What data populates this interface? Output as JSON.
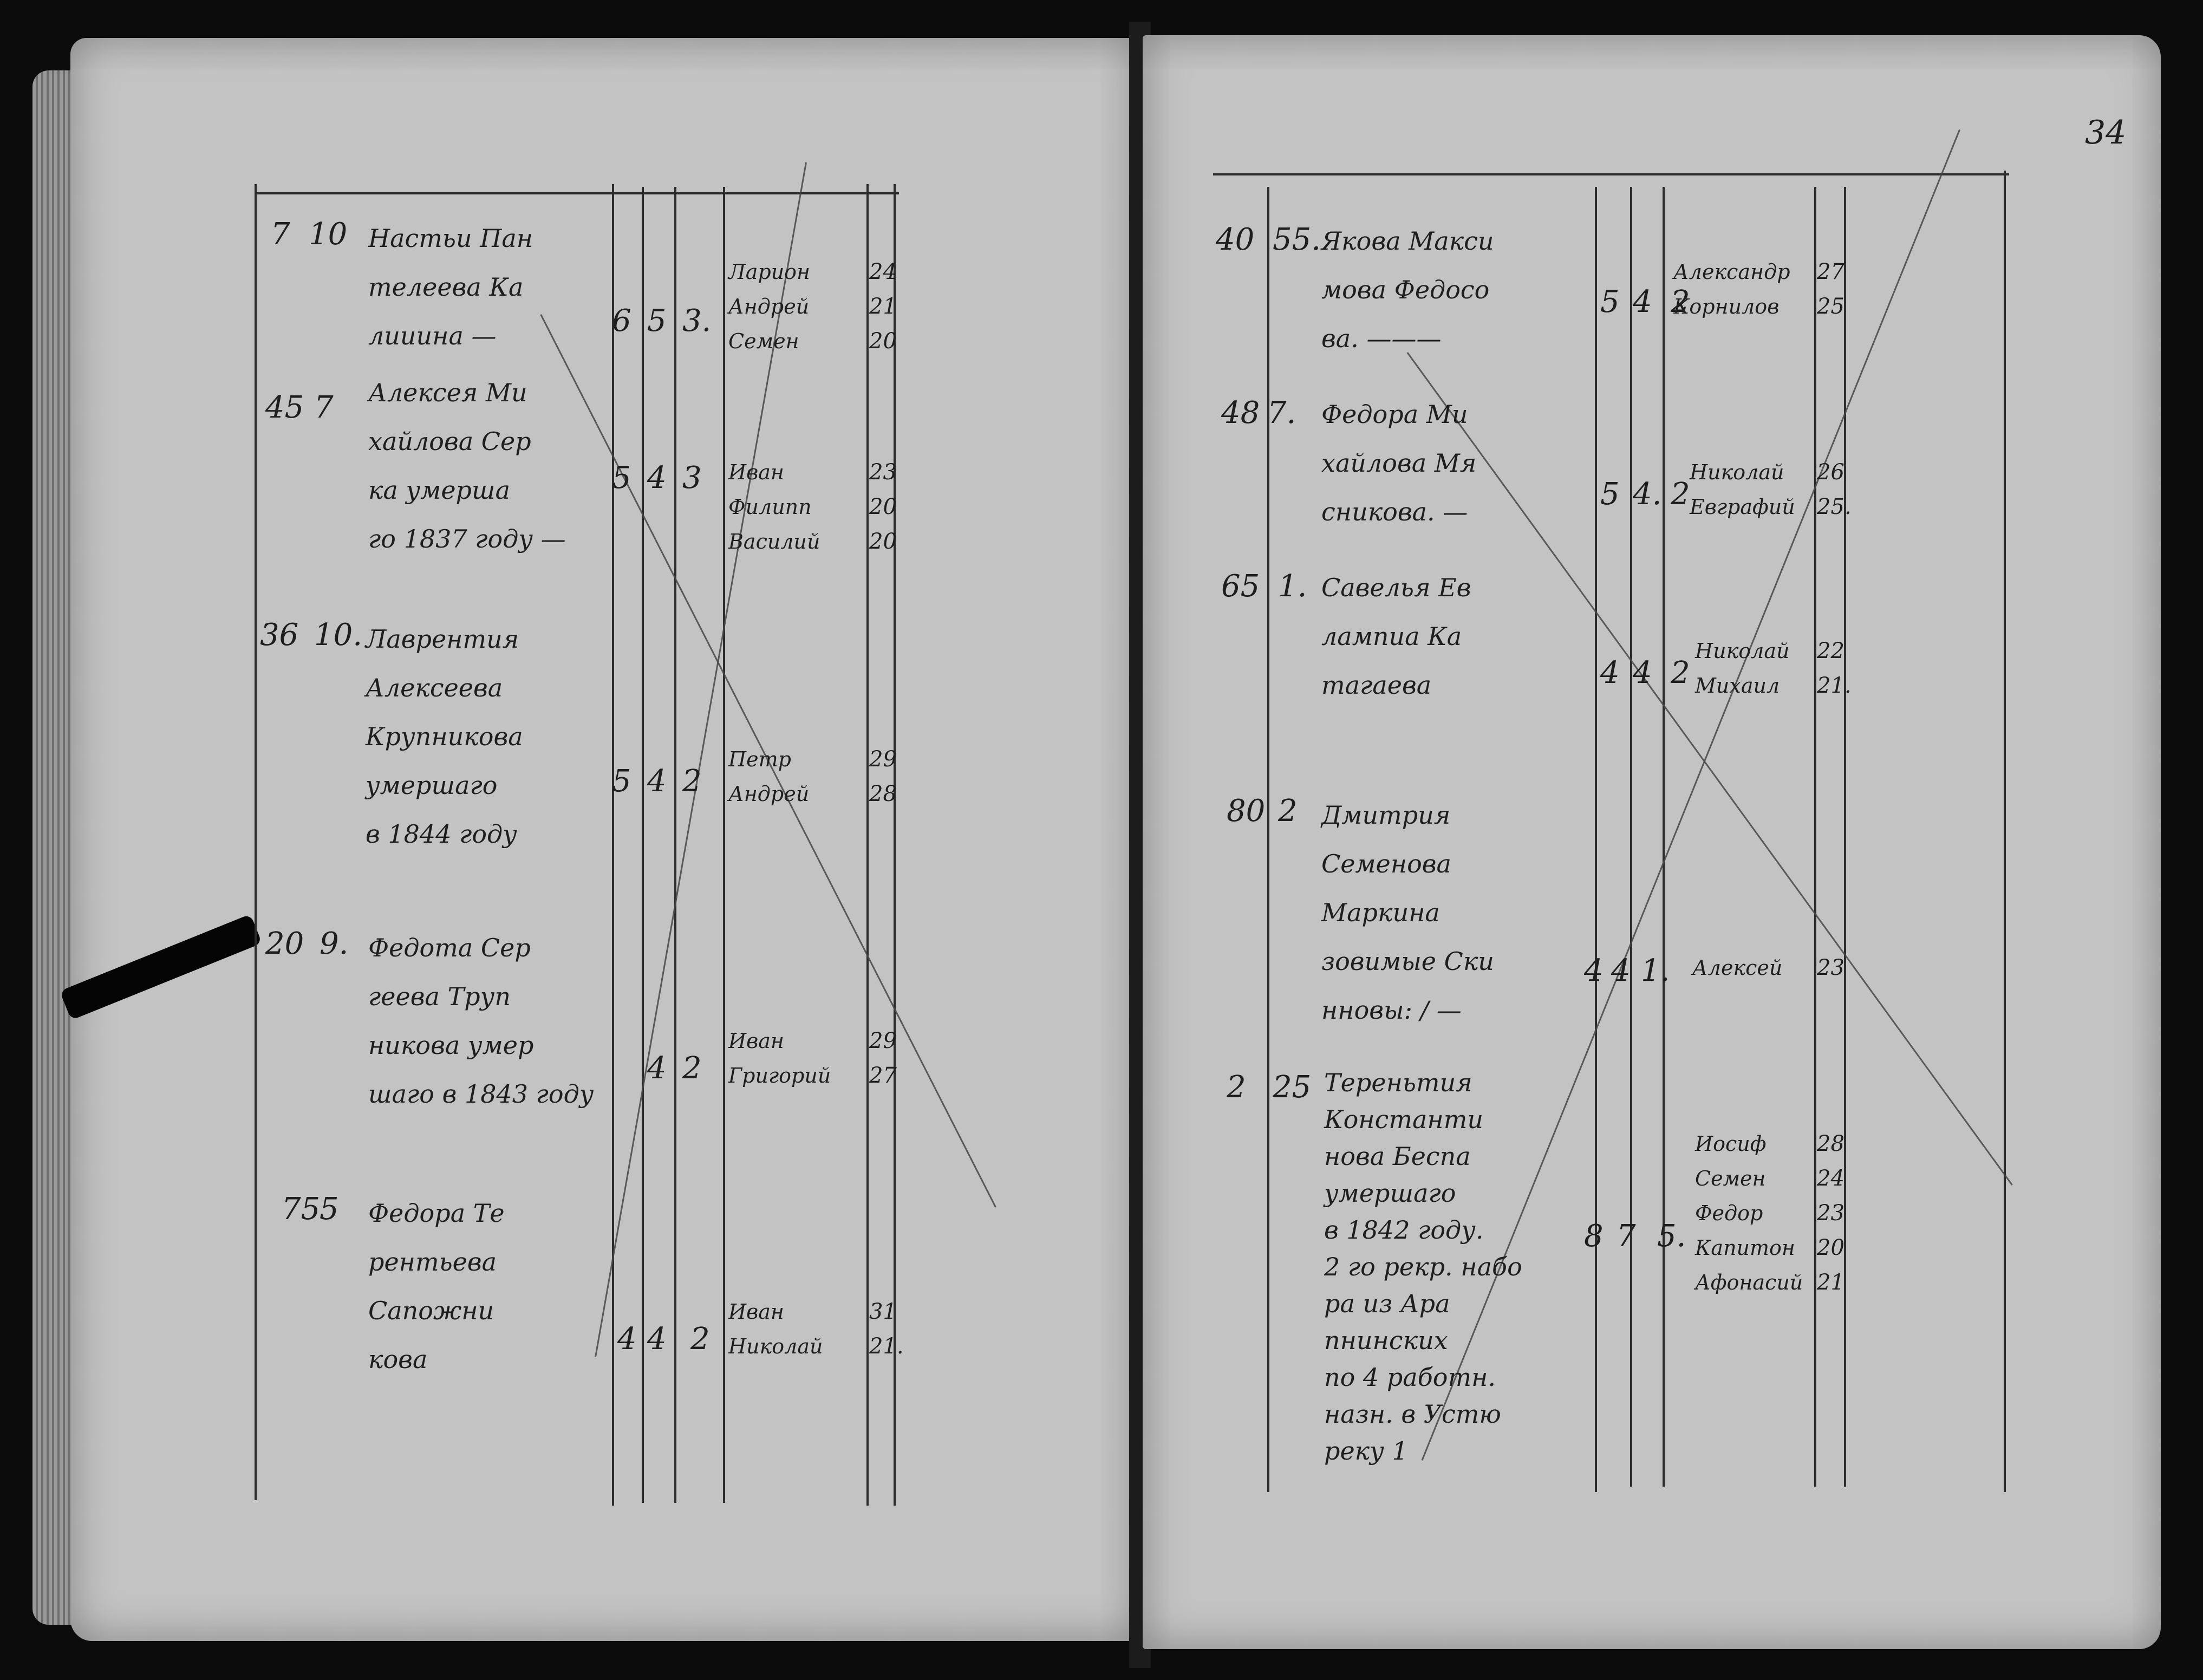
{
  "folio": "34",
  "left_page": {
    "entries": [
      {
        "no": "7",
        "household": "10",
        "text": [
          "Настьи Пан",
          "телеева Ка",
          "лииина —"
        ],
        "c1": "6",
        "c2": "5",
        "c3": "3.",
        "names": [
          "Ларион",
          "Андрей",
          "Семен"
        ],
        "ages": [
          "24",
          "21",
          "20"
        ]
      },
      {
        "no": "45",
        "household": "7",
        "text": [
          "Алексея Ми",
          "хайлова Сер",
          "ка умерша",
          "го 1837 году —"
        ],
        "c1": "5",
        "c2": "4",
        "c3": "3",
        "names": [
          "Иван",
          "Филипп",
          "Василий"
        ],
        "ages": [
          "23",
          "20",
          "20"
        ]
      },
      {
        "no": "36",
        "household": "10.",
        "text": [
          "Лаврентия",
          "Алексеева",
          "Крупникова",
          "умершаго",
          "в 1844 году"
        ],
        "c1": "5",
        "c2": "4",
        "c3": "2",
        "names": [
          "Петр",
          "Андрей"
        ],
        "ages": [
          "29",
          "28"
        ]
      },
      {
        "no": "20",
        "household": "9.",
        "text": [
          "Федота Сер",
          "геева Труп",
          "никова умер",
          "шаго в 1843 году"
        ],
        "c1": "4",
        "c2": "",
        "c3": "2",
        "names": [
          "Иван",
          "Григорий"
        ],
        "ages": [
          "29",
          "27"
        ]
      },
      {
        "no": "75",
        "household": "5",
        "text": [
          "Федора Те",
          "рентьева",
          "Сапожни",
          "кова"
        ],
        "c1": "4",
        "c2": "4",
        "c3": "2",
        "names": [
          "Иван",
          "Николай"
        ],
        "ages": [
          "31",
          "21."
        ]
      }
    ]
  },
  "right_page": {
    "entries": [
      {
        "no": "40",
        "household": "55.",
        "text": [
          "Якова Макси",
          "мова Федосо",
          "ва. ———"
        ],
        "c1": "5",
        "c2": "4",
        "c3": "2",
        "names": [
          "Александр",
          "Корнилов"
        ],
        "ages": [
          "27",
          "25"
        ]
      },
      {
        "no": "48",
        "household": "7.",
        "text": [
          "Федора Ми",
          "хайлова Мя",
          "сникова. —"
        ],
        "c1": "5",
        "c2": "4.",
        "c3": "2",
        "names": [
          "Николай",
          "Евграфий"
        ],
        "ages": [
          "26",
          "25."
        ]
      },
      {
        "no": "65",
        "household": "1.",
        "text": [
          "Савелья Ев",
          "лампиа Ка",
          "тагаева"
        ],
        "c1": "4",
        "c2": "4",
        "c3": "2",
        "names": [
          "Николай",
          "Михаил"
        ],
        "ages": [
          "22",
          "21."
        ]
      },
      {
        "no": "80",
        "household": "2",
        "text": [
          "Дмитрия",
          "Семенова",
          "Маркина",
          "зовимые Ски",
          "нновы: / —"
        ],
        "c1": "4",
        "c2": "4",
        "c3": "1.",
        "names": [
          "Алексей"
        ],
        "ages": [
          "23"
        ]
      },
      {
        "no": "2",
        "household": "25",
        "text": [
          "Тереньтия",
          "Константи",
          "нова Беспа",
          "умершаго",
          "в 1842 году.",
          "2 го рекр. набо",
          "ра из Ара",
          "пнинских",
          "по 4 работн.",
          "назн. в Устю",
          "реку 1"
        ],
        "c1": "8",
        "c2": "7",
        "c3": "5.",
        "names": [
          "Иосиф",
          "Семен",
          "Федор",
          "Капитон",
          "Афонасий"
        ],
        "ages": [
          "28",
          "24",
          "23",
          "20",
          "21"
        ]
      }
    ]
  }
}
